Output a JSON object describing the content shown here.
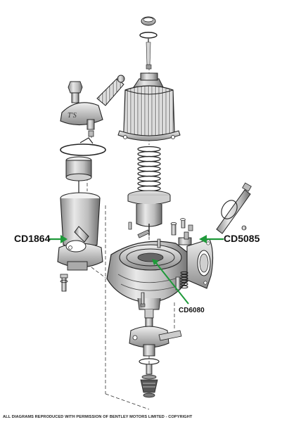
{
  "labels": {
    "left": "CD1864",
    "right": "CD5085",
    "center": "CD6080"
  },
  "footer": "ALL DIAGRAMS REPRODUCED WITH PERMISSION OF BENTLEY MOTORS LIMITED - COPYRIGHT",
  "colors": {
    "arrow": "#1f9a3a",
    "ink": "#222222",
    "shade": "#9a9a9a"
  }
}
